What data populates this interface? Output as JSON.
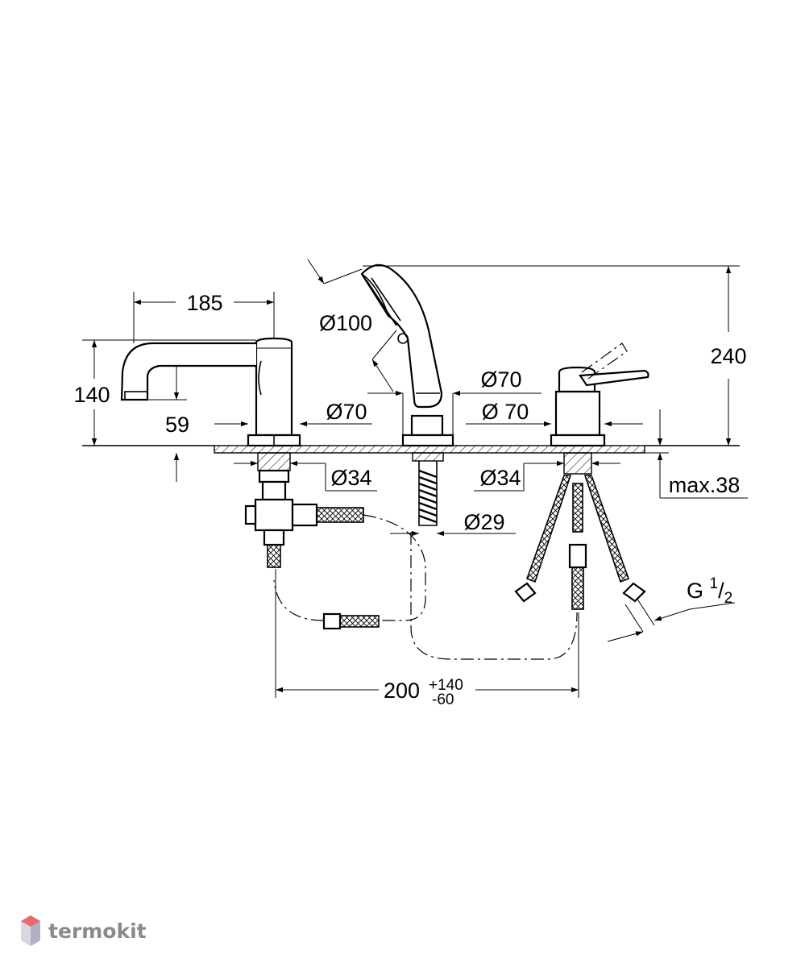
{
  "dimensions": {
    "spout_length": "185",
    "spout_height": "140",
    "spout_outlet": "59",
    "spout_base_dia": "Ø70",
    "spout_shank_dia": "Ø34",
    "handshower_head_dia": "Ø100",
    "handshower_holder_dia": "Ø70",
    "hose_shank_dia": "Ø29",
    "mixer_base_dia": "Ø 70",
    "mixer_shank_dia": "Ø34",
    "total_height": "240",
    "max_deck_thickness": "max.38",
    "connection_prefix": "G ",
    "connection_num": "1",
    "connection_slash": "/",
    "connection_den": "2",
    "spacing": "200",
    "spacing_tol_plus": "+140",
    "spacing_tol_minus": "-60"
  },
  "watermark": {
    "text": "termokit"
  },
  "colors": {
    "line": "#000000",
    "background": "#ffffff",
    "watermark": "#8a8a8a"
  }
}
